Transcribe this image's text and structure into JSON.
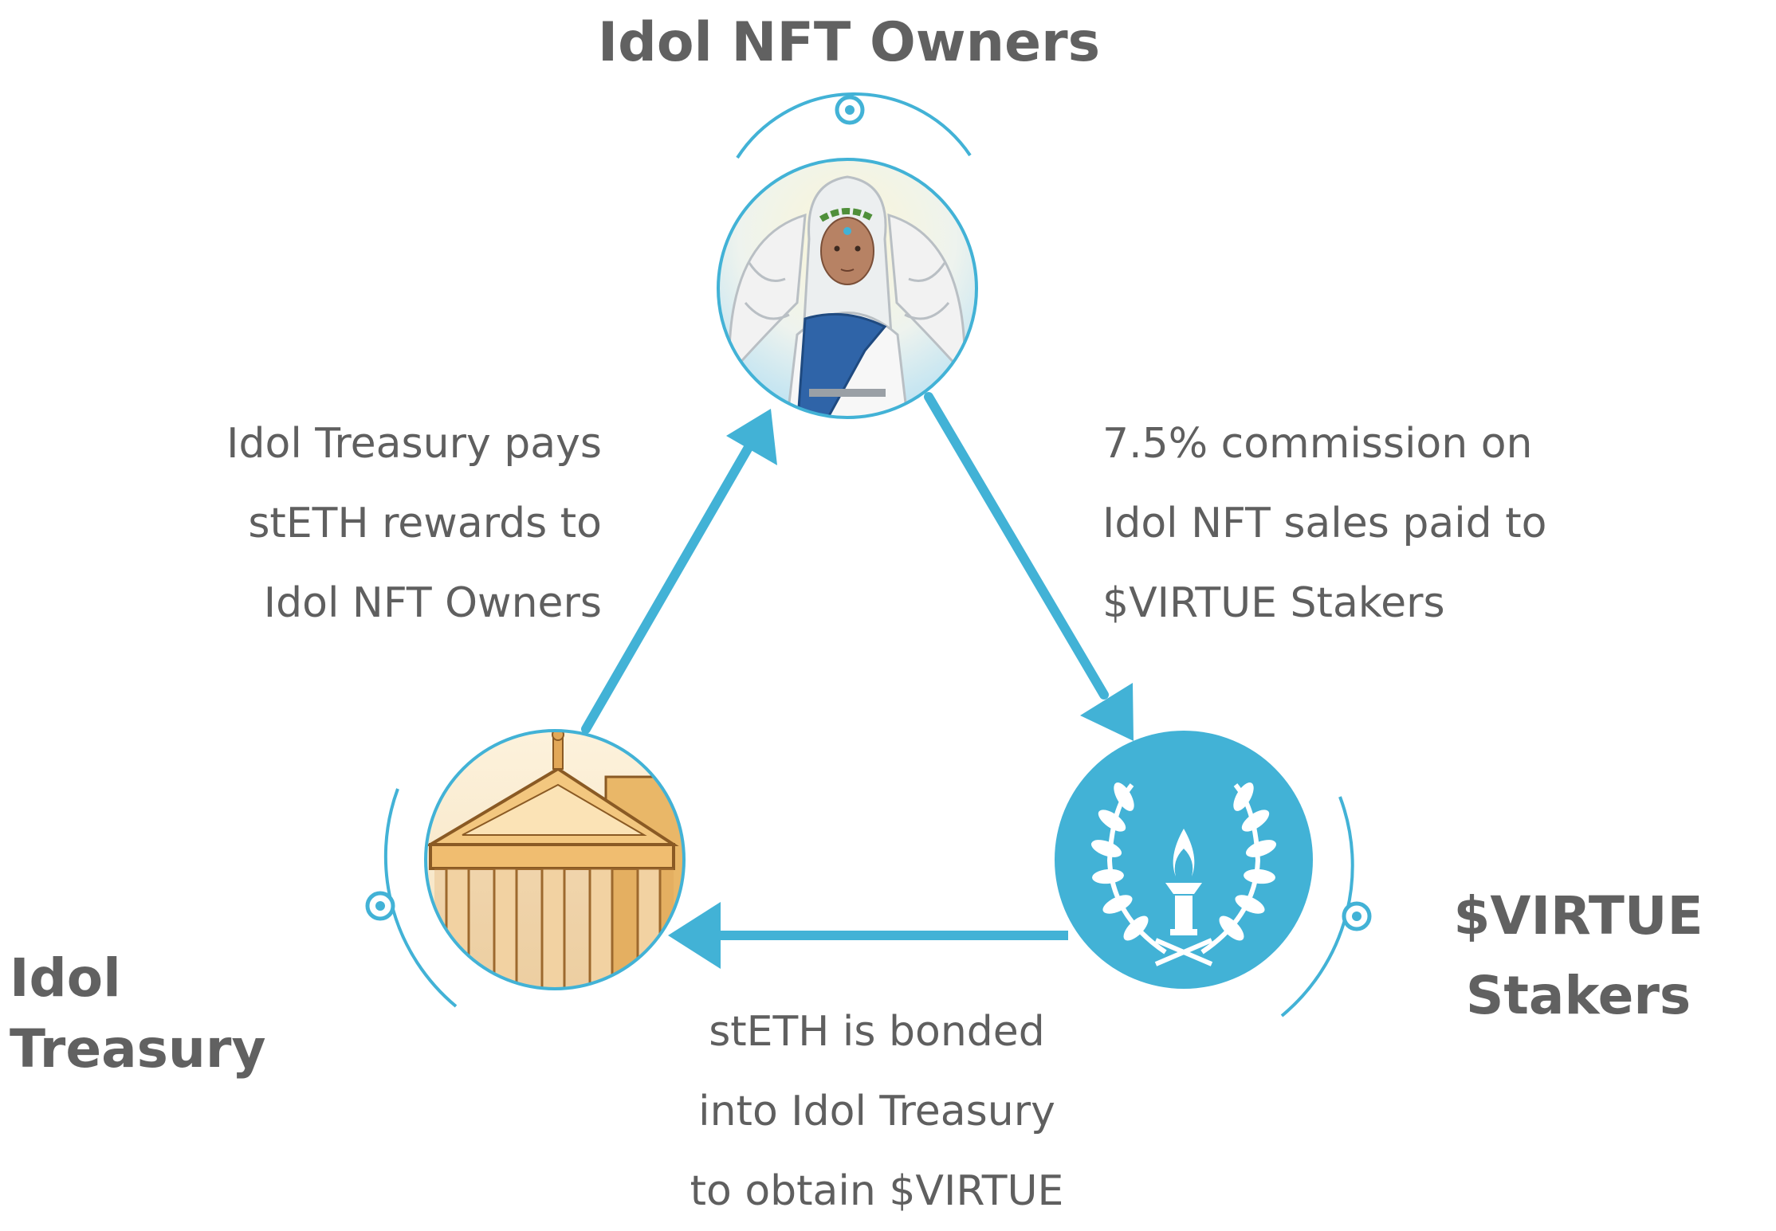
{
  "nodes": {
    "owners": {
      "title": "Idol NFT Owners"
    },
    "treasury": {
      "title": "Idol Treasury"
    },
    "stakers": {
      "title": "$VIRTUE\nStakers"
    }
  },
  "flows": {
    "treasury_to_owners": {
      "lines": [
        "Idol Treasury pays",
        "stETH rewards to",
        "Idol NFT Owners"
      ]
    },
    "owners_to_stakers": {
      "lines": [
        "7.5% commission on",
        "Idol NFT sales paid to",
        "$VIRTUE Stakers"
      ]
    },
    "stakers_to_treasury": {
      "lines": [
        "stETH is bonded",
        "into Idol Treasury",
        "to obtain $VIRTUE"
      ]
    }
  },
  "colors": {
    "accent": "#42b2d6",
    "text": "#5f5f5f",
    "title": "#616161"
  },
  "icons": {
    "owners": "angel-portrait-icon",
    "treasury": "temple-icon",
    "stakers": "laurel-torch-icon"
  }
}
